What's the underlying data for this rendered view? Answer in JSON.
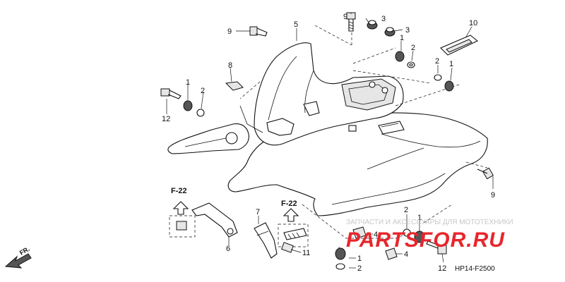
{
  "callouts": {
    "c1a": "1",
    "c1b": "1",
    "c1c": "1",
    "c1d": "1",
    "c1e": "1",
    "c2a": "2",
    "c2b": "2",
    "c2c": "2",
    "c2d": "2",
    "c2e": "2",
    "c3a": "3",
    "c3b": "3",
    "c4a": "4",
    "c4b": "4",
    "c5": "5",
    "c6": "6",
    "c7": "7",
    "c8": "8",
    "c9a": "9",
    "c9b": "9",
    "c9c": "9",
    "c10": "10",
    "c11": "11",
    "c12a": "12",
    "c12b": "12"
  },
  "references": {
    "left": "F-22",
    "right": "F-22"
  },
  "direction_label": "FR.",
  "diagram_code": "HP14-F2500",
  "watermark": {
    "tagline": "ЗАПЧАСТИ И АКСЕССУАРЫ ДЛЯ МОТОТЕХНИКИ",
    "brand": "PARTSFOR.RU"
  }
}
